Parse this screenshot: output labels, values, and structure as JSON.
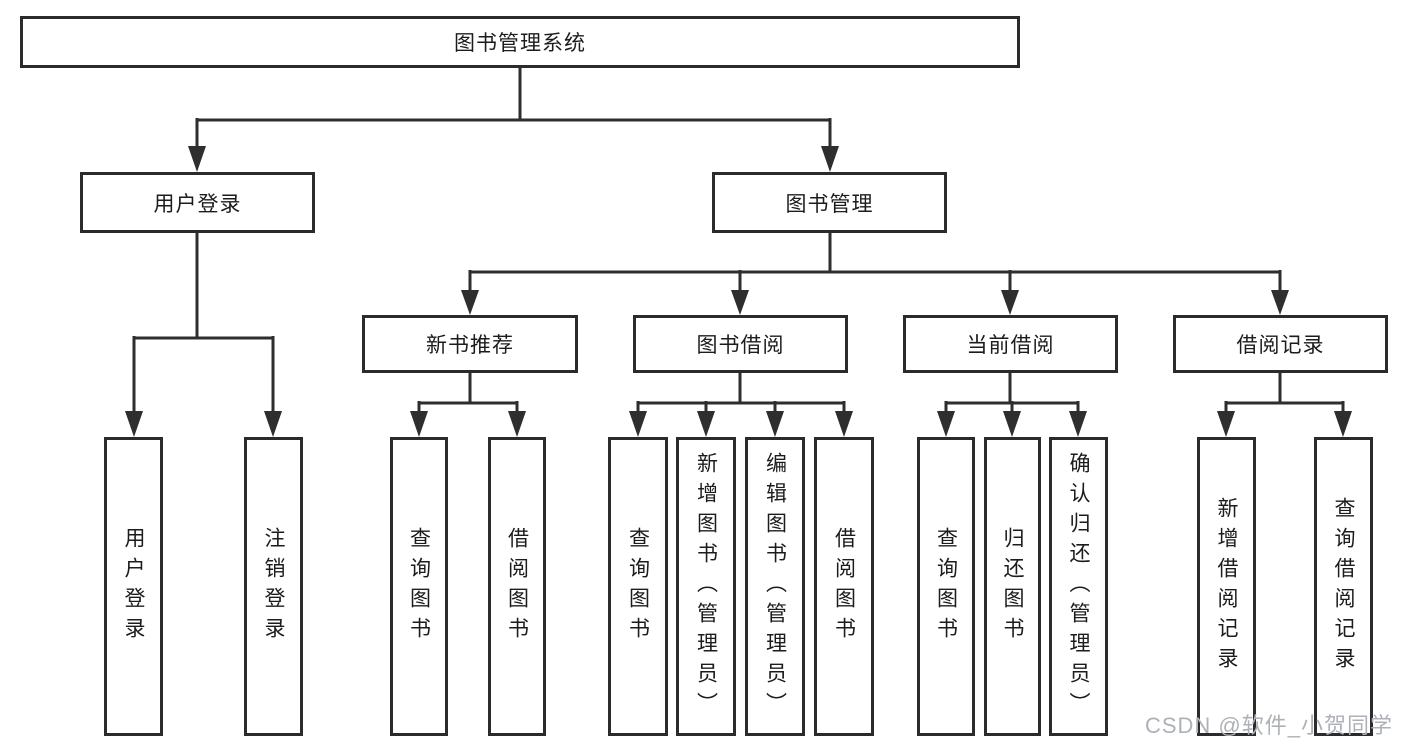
{
  "diagram": {
    "root": {
      "label": "图书管理系统"
    },
    "level1": [
      {
        "label": "用户登录"
      },
      {
        "label": "图书管理"
      }
    ],
    "level2": [
      {
        "label": "新书推荐"
      },
      {
        "label": "图书借阅"
      },
      {
        "label": "当前借阅"
      },
      {
        "label": "借阅记录"
      }
    ],
    "leaves": {
      "user_login": [
        "用户登录",
        "注销登录"
      ],
      "new_book_recommend": [
        "查询图书",
        "借阅图书"
      ],
      "book_borrow": [
        "查询图书",
        "新增图书（管理员）",
        "编辑图书（管理员）",
        "借阅图书"
      ],
      "current_borrow": [
        "查询图书",
        "归还图书",
        "确认归还（管理员）"
      ],
      "borrow_record": [
        "新增借阅记录",
        "查询借阅记录"
      ]
    },
    "colors": {
      "line": "#2e2e2e",
      "border": "#2b2b2b",
      "text": "#1c1c1e",
      "background": "#ffffff",
      "watermark": "#aeb1b8"
    }
  },
  "watermark": {
    "text": "CSDN @软件_小贺同学"
  }
}
